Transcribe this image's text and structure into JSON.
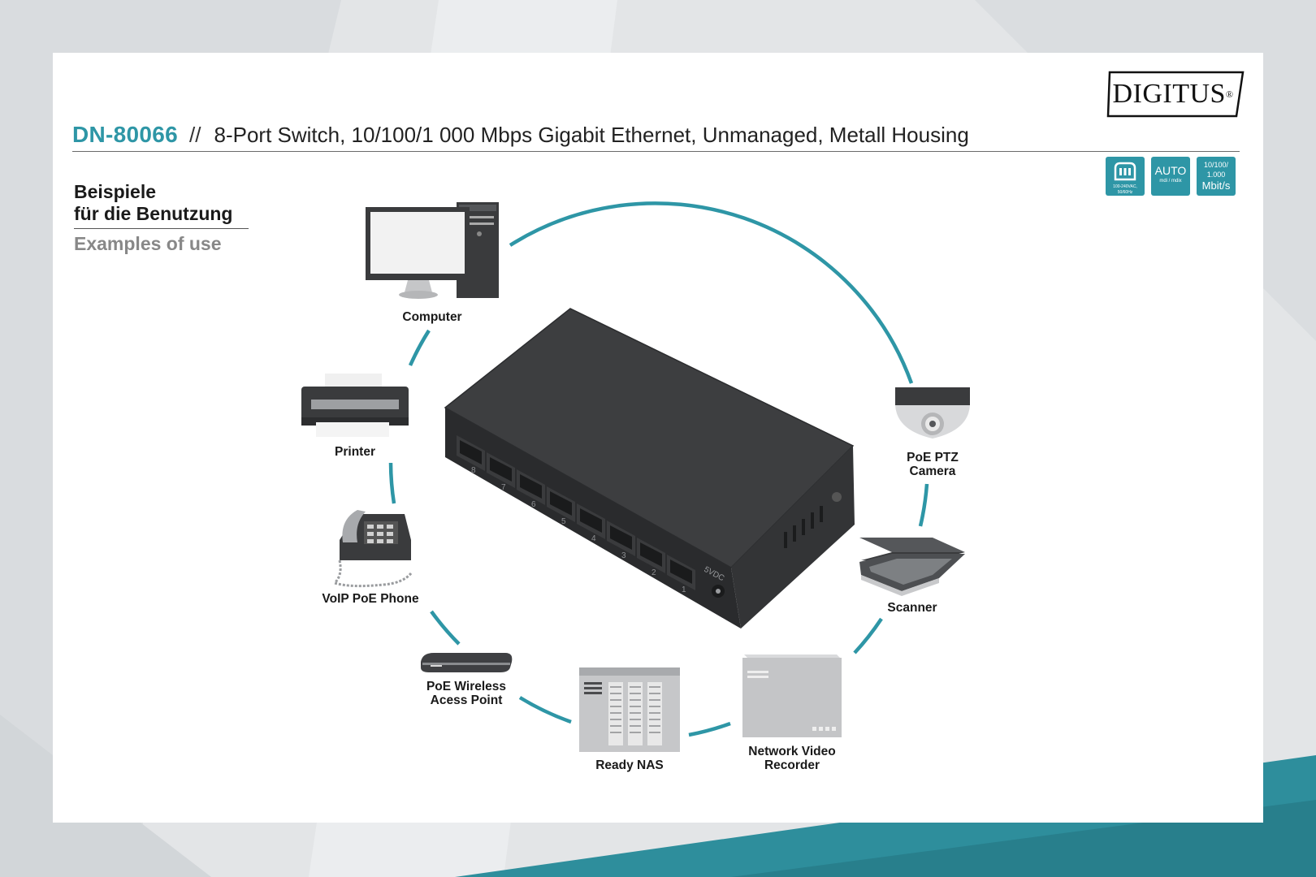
{
  "brand": {
    "name": "DIGITUS",
    "mark": "®"
  },
  "header": {
    "model": "DN-80066",
    "separator": "//",
    "title": "8-Port Switch, 10/100/1 000 Mbps Gigabit Ethernet, Unmanaged, Metall Housing"
  },
  "badges": {
    "power": {
      "icon": "power-plug-icon",
      "text": "100-240VAC, 50/60Hz"
    },
    "auto": {
      "title": "AUTO",
      "sub": "mdi / mdix"
    },
    "speed": {
      "line1": "10/100/",
      "line2": "1.000",
      "line3": "Mbit/s"
    }
  },
  "examples": {
    "de_line1": "Beispiele",
    "de_line2": "für die Benutzung",
    "en": "Examples of use"
  },
  "switch": {
    "port_numbers": [
      "8",
      "7",
      "6",
      "5",
      "4",
      "3",
      "2",
      "1"
    ],
    "power_label": "5VDC"
  },
  "devices": [
    {
      "id": "computer",
      "label_lines": [
        "Computer"
      ],
      "icon": "computer-icon"
    },
    {
      "id": "printer",
      "label_lines": [
        "Printer"
      ],
      "icon": "printer-icon"
    },
    {
      "id": "voip",
      "label_lines": [
        "VoIP PoE Phone"
      ],
      "icon": "phone-icon"
    },
    {
      "id": "ap",
      "label_lines": [
        "PoE Wireless",
        "Acess Point"
      ],
      "icon": "access-point-icon"
    },
    {
      "id": "nas",
      "label_lines": [
        "Ready NAS"
      ],
      "icon": "nas-icon"
    },
    {
      "id": "nvr",
      "label_lines": [
        "Network Video",
        "Recorder"
      ],
      "icon": "nvr-icon"
    },
    {
      "id": "scanner",
      "label_lines": [
        "Scanner"
      ],
      "icon": "scanner-icon"
    },
    {
      "id": "camera",
      "label_lines": [
        "PoE PTZ",
        "Camera"
      ],
      "icon": "ptz-camera-icon"
    }
  ],
  "colors": {
    "accent": "#2e96a6",
    "device_dark": "#3a3b3d",
    "switch_body": "#3d3e40"
  }
}
